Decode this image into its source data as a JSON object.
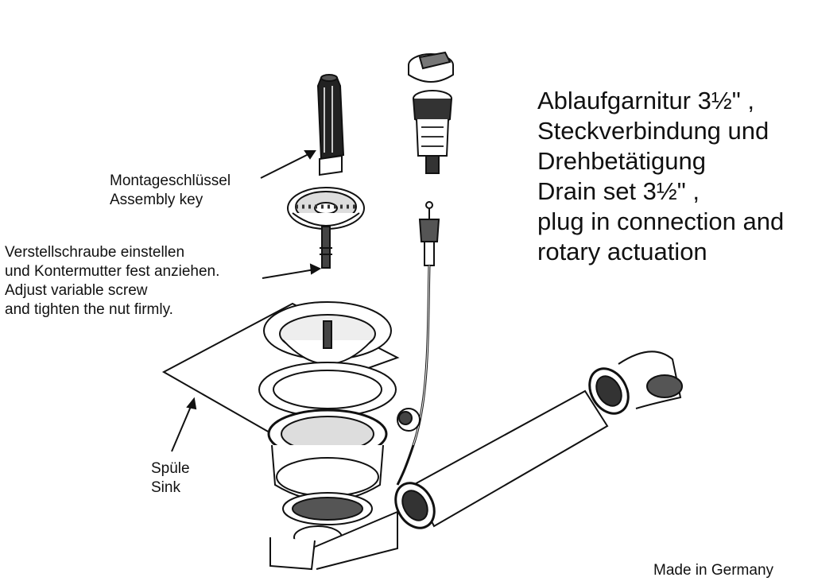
{
  "title": {
    "lines": [
      "Ablaufgarnitur 3½\" ,",
      "Steckverbindung und",
      "Drehbetätigung",
      "Drain set 3½\" ,",
      "plug in connection and",
      "rotary actuation"
    ]
  },
  "labels": {
    "assembly_key": {
      "line1": "Montageschlüssel",
      "line2": "Assembly key"
    },
    "adjust_screw": {
      "line1": "Verstellschraube einstellen",
      "line2": "und Kontermutter fest anziehen.",
      "line3": "Adjust variable screw",
      "line4": "and tighten the nut firmly."
    },
    "sink": {
      "line1": "Spüle",
      "line2": "Sink"
    }
  },
  "footer": {
    "made_in": "Made in Germany"
  }
}
